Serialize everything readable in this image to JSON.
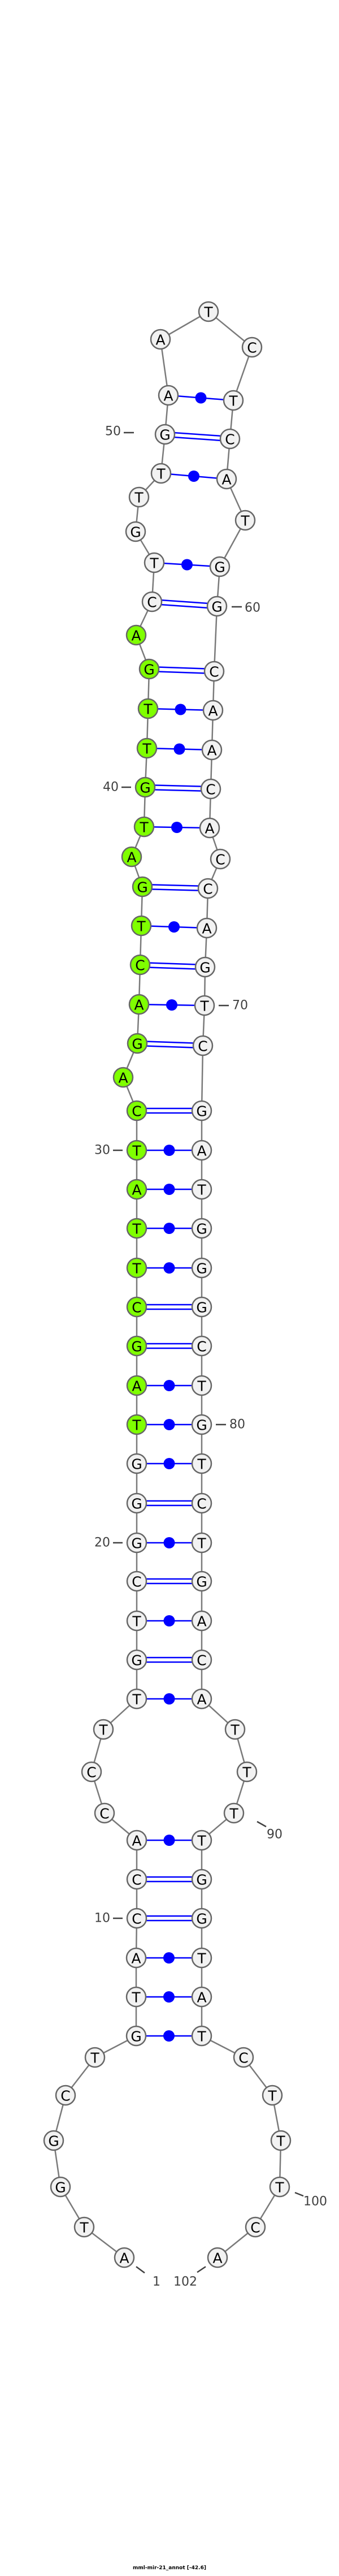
{
  "title": "mml-mir-21_annot [-42.6]",
  "nucleotides": [
    "A",
    "T",
    "G",
    "G",
    "C",
    "T",
    "G",
    "T",
    "A",
    "C",
    "C",
    "A",
    "C",
    "C",
    "T",
    "T",
    "G",
    "T",
    "C",
    "G",
    "G",
    "G",
    "T",
    "A",
    "G",
    "C",
    "T",
    "T",
    "A",
    "T",
    "C",
    "A",
    "G",
    "A",
    "C",
    "T",
    "G",
    "A",
    "T",
    "G",
    "T",
    "T",
    "G",
    "A",
    "C",
    "T",
    "G",
    "T",
    "T",
    "G",
    "A",
    "A",
    "T",
    "C",
    "T",
    "C",
    "A",
    "T",
    "G",
    "G",
    "C",
    "A",
    "A",
    "C",
    "A",
    "C",
    "C",
    "A",
    "G",
    "T",
    "C",
    "G",
    "A",
    "T",
    "G",
    "G",
    "G",
    "C",
    "T",
    "G",
    "T",
    "C",
    "T",
    "G",
    "A",
    "C",
    "A",
    "T",
    "T",
    "T",
    "T",
    "G",
    "G",
    "T",
    "A",
    "T",
    "C",
    "T",
    "T",
    "T",
    "C",
    "A"
  ],
  "pairs": [
    [
      7,
      96
    ],
    [
      8,
      95
    ],
    [
      9,
      94
    ],
    [
      10,
      93
    ],
    [
      11,
      92
    ],
    [
      12,
      91
    ],
    [
      16,
      87
    ],
    [
      17,
      86
    ],
    [
      18,
      85
    ],
    [
      19,
      84
    ],
    [
      20,
      83
    ],
    [
      21,
      82
    ],
    [
      22,
      81
    ],
    [
      23,
      80
    ],
    [
      24,
      79
    ],
    [
      25,
      78
    ],
    [
      26,
      77
    ],
    [
      27,
      76
    ],
    [
      28,
      75
    ],
    [
      29,
      74
    ],
    [
      30,
      73
    ],
    [
      31,
      72
    ],
    [
      33,
      71
    ],
    [
      34,
      70
    ],
    [
      35,
      69
    ],
    [
      36,
      68
    ],
    [
      37,
      67
    ],
    [
      39,
      65
    ],
    [
      40,
      64
    ],
    [
      41,
      63
    ],
    [
      42,
      62
    ],
    [
      43,
      61
    ],
    [
      45,
      60
    ],
    [
      46,
      59
    ],
    [
      49,
      57
    ],
    [
      50,
      56
    ],
    [
      51,
      55
    ]
  ],
  "highlight": {
    "start": 23,
    "end": 44,
    "color": "#7fff00"
  },
  "colors": {
    "node_fill": "#f2f2f2",
    "pair": "#0000ff",
    "backbone": "#7a7a7a"
  },
  "number_labels": [
    "1",
    "10",
    "20",
    "30",
    "40",
    "50",
    "60",
    "70",
    "80",
    "90",
    "100",
    "102"
  ]
}
